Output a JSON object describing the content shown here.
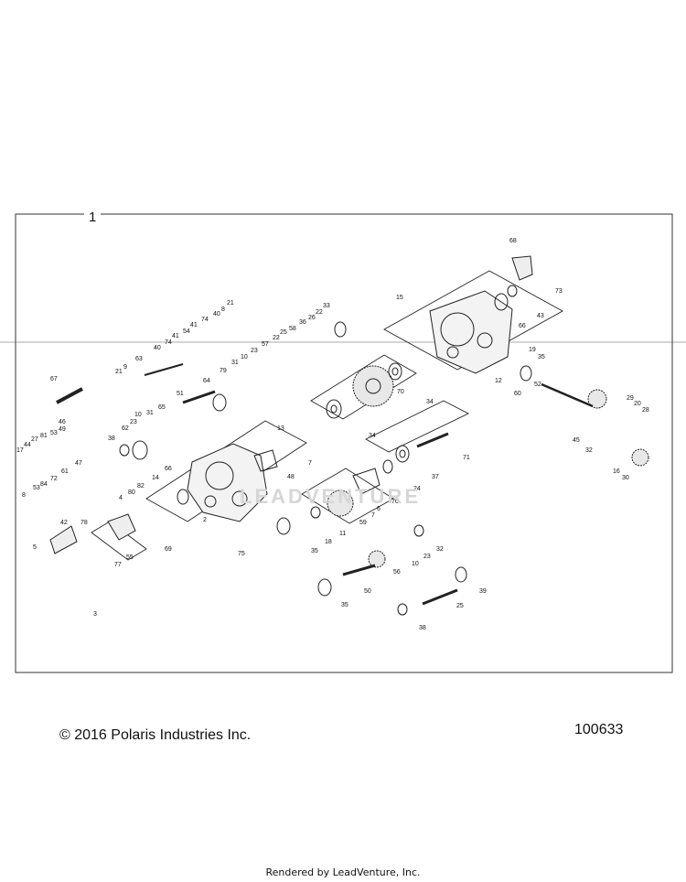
{
  "diagram": {
    "frame_number": "1",
    "copyright": "© 2016 Polaris Industries Inc.",
    "drawing_number": "100633",
    "footer": "Rendered by LeadVenture, Inc.",
    "watermark": "LEADVENTURE",
    "callouts": [
      "68",
      "73",
      "15",
      "43",
      "66",
      "12",
      "19",
      "35",
      "60",
      "52",
      "29",
      "20",
      "28",
      "45",
      "32",
      "16",
      "30",
      "33",
      "22",
      "26",
      "36",
      "58",
      "25",
      "22",
      "57",
      "23",
      "10",
      "31",
      "79",
      "64",
      "51",
      "65",
      "31",
      "10",
      "23",
      "62",
      "38",
      "34",
      "70",
      "34",
      "71",
      "37",
      "24",
      "76",
      "6",
      "7",
      "59",
      "11",
      "35",
      "18",
      "32",
      "23",
      "10",
      "56",
      "50",
      "35",
      "39",
      "25",
      "38",
      "13",
      "7",
      "48",
      "66",
      "14",
      "82",
      "80",
      "4",
      "2",
      "75",
      "67",
      "46",
      "49",
      "53",
      "27",
      "81",
      "44",
      "17",
      "47",
      "61",
      "72",
      "84",
      "53",
      "8",
      "42",
      "78",
      "5",
      "77",
      "69",
      "55",
      "3",
      "21",
      "9",
      "63",
      "40",
      "74",
      "41",
      "54",
      "41",
      "74",
      "40",
      "8",
      "21"
    ]
  }
}
